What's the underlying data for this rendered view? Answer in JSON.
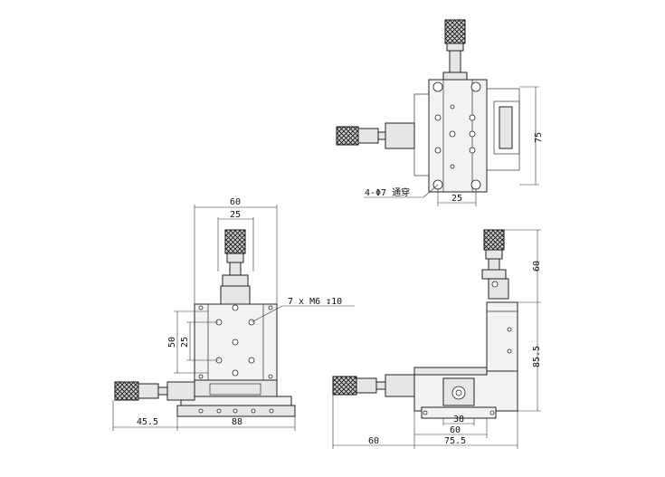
{
  "views": {
    "top": {
      "dim_height": "75",
      "dim_width": "25",
      "hole_note": "4-Φ7 通穿"
    },
    "front": {
      "dim_overall_width": "60",
      "dim_inner_width": "25",
      "dim_height_outer": "50",
      "dim_height_inner": "25",
      "dim_left_offset": "45.5",
      "dim_base_width": "88",
      "thread_note": "7 x  M6 ↧10"
    },
    "side": {
      "dim_top_height": "60",
      "dim_main_height": "85.5",
      "dim_bottom_inner": "38",
      "dim_bottom_mid": "60",
      "dim_bottom_outer": "75.5",
      "dim_bottom_left": "60"
    }
  }
}
